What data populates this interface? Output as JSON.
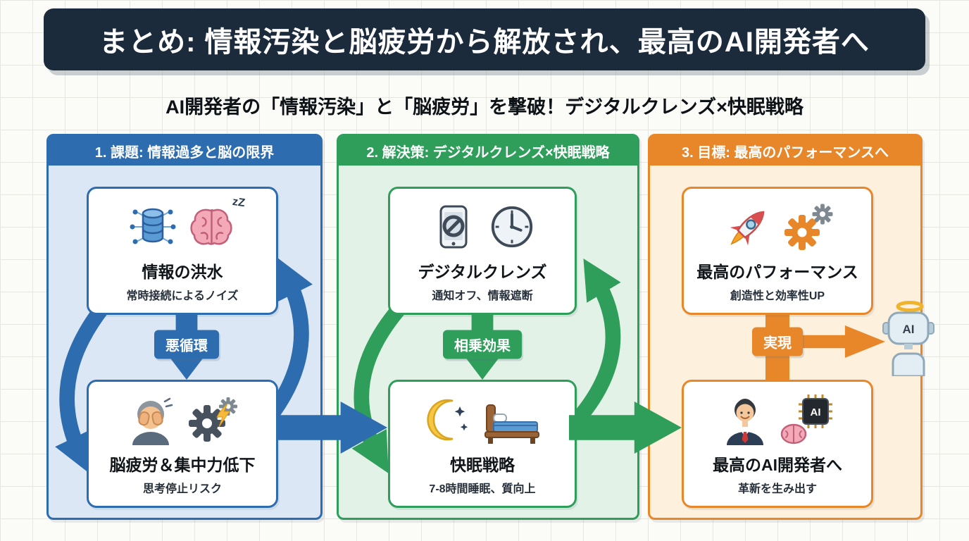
{
  "page": {
    "title": "まとめ: 情報汚染と脳疲労から解放され、最高のAI開発者へ",
    "subtitle": "AI開発者の「情報汚染」と「脳疲労」を撃破！デジタルクレンズ×快眠戦略"
  },
  "panels": [
    {
      "header": "1. 課題: 情報過多と脳の限界",
      "accent_color": "#2e6cb0",
      "cycle_label": "悪循環",
      "cards": [
        {
          "title": "情報の洪水",
          "subtitle": "常時接続によるノイズ",
          "icons": [
            "database-network-icon",
            "sleepy-brain-icon"
          ]
        },
        {
          "title": "脳疲労＆集中力低下",
          "subtitle": "思考停止リスク",
          "icons": [
            "tired-person-icon",
            "broken-gear-icon"
          ]
        }
      ]
    },
    {
      "header": "2. 解決策: デジタルクレンズ×快眠戦略",
      "accent_color": "#2f9e5b",
      "cycle_label": "相乗効果",
      "cards": [
        {
          "title": "デジタルクレンズ",
          "subtitle": "通知オフ、情報遮断",
          "icons": [
            "phone-block-icon",
            "clock-icon"
          ]
        },
        {
          "title": "快眠戦略",
          "subtitle": "7-8時間睡眠、質向上",
          "icons": [
            "moon-icon",
            "bed-icon"
          ]
        }
      ]
    },
    {
      "header": "3. 目標: 最高のパフォーマンスへ",
      "accent_color": "#e8872a",
      "flow_label": "実現",
      "cards": [
        {
          "title": "最高のパフォーマンス",
          "subtitle": "創造性と効率性UP",
          "icons": [
            "rocket-icon",
            "gears-icon"
          ]
        },
        {
          "title": "最高のAI開発者へ",
          "subtitle": "革新を生み出す",
          "icons": [
            "developer-icon",
            "ai-chip-brain-icon"
          ]
        }
      ]
    }
  ],
  "decorations": {
    "zz_label": "zZ",
    "chip_label": "AI",
    "robot_label": "AI"
  },
  "colors": {
    "title_bg": "#1c2b3c",
    "problem": "#2e6cb0",
    "solution": "#2f9e5b",
    "goal": "#e8872a"
  }
}
